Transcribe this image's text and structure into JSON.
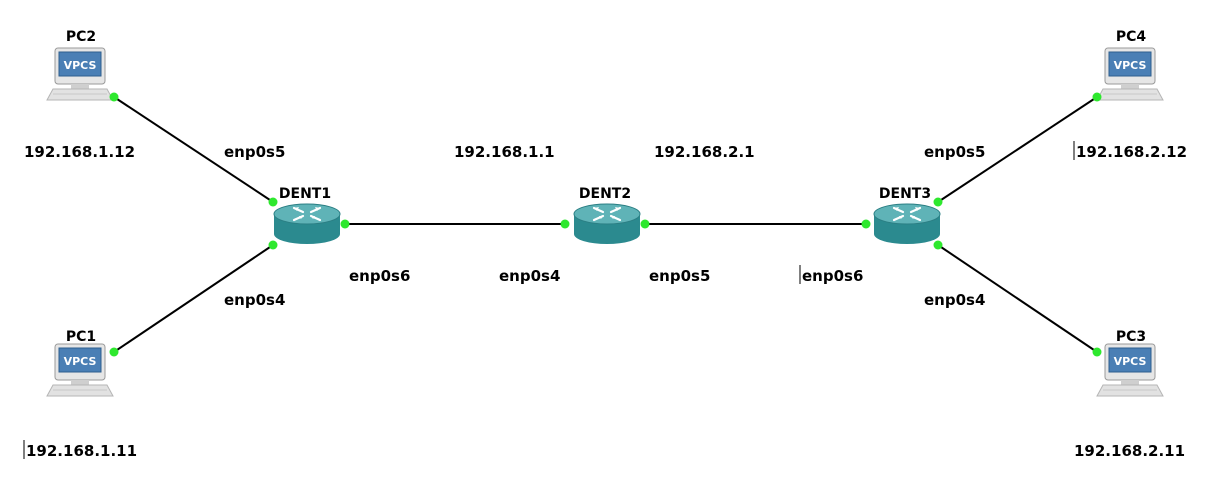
{
  "colors": {
    "background": "#ffffff",
    "link": "#000000",
    "port_up": "#2ee82e",
    "router_body": "#2b8a8f",
    "router_top": "#5fb3b7",
    "pc_screen": "#4a7fb5",
    "pc_body": "#e2e2e2"
  },
  "icons": {
    "router": "router-icon",
    "pc": "vpcs-pc-icon"
  },
  "nodes": {
    "pc1": {
      "name": "PC1",
      "badge": "VPCS",
      "ip": "192.168.1.11"
    },
    "pc2": {
      "name": "PC2",
      "badge": "VPCS",
      "ip": "192.168.1.12"
    },
    "pc3": {
      "name": "PC3",
      "badge": "VPCS",
      "ip": "192.168.2.11"
    },
    "pc4": {
      "name": "PC4",
      "badge": "VPCS",
      "ip": "192.168.2.12"
    },
    "dent1": {
      "name": "DENT1"
    },
    "dent2": {
      "name": "DENT2"
    },
    "dent3": {
      "name": "DENT3"
    }
  },
  "interfaces": {
    "dent1_to_pc2": "enp0s5",
    "dent1_to_pc1": "enp0s4",
    "dent1_to_dent2": "enp0s6",
    "dent2_to_dent1": "enp0s4",
    "dent2_to_dent3": "enp0s5",
    "dent3_to_dent2": "enp0s6",
    "dent3_to_pc4": "enp0s5",
    "dent3_to_pc3": "enp0s4"
  },
  "addresses": {
    "dent2_left": "192.168.1.1",
    "dent2_right": "192.168.2.1"
  }
}
